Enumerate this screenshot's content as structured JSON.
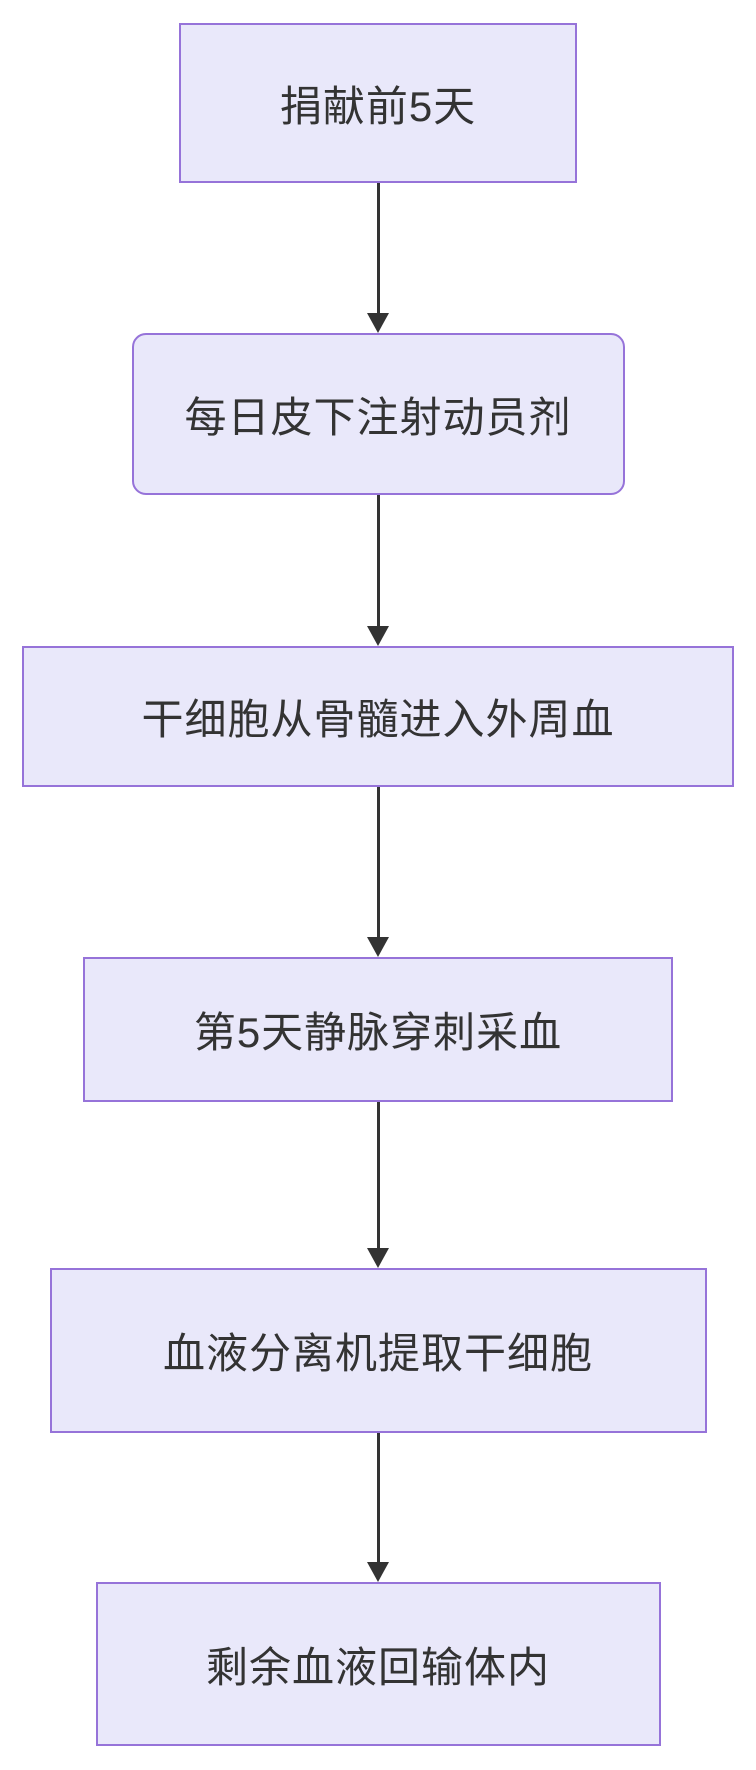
{
  "diagram": {
    "type": "flowchart",
    "direction": "top-down",
    "steps": [
      {
        "id": 1,
        "label": "捐献前5天",
        "shape": "rectangle"
      },
      {
        "id": 2,
        "label": "每日皮下注射动员剂",
        "shape": "rounded-rectangle"
      },
      {
        "id": 3,
        "label": "干细胞从骨髓进入外周血",
        "shape": "rectangle"
      },
      {
        "id": 4,
        "label": "第5天静脉穿刺采血",
        "shape": "rectangle"
      },
      {
        "id": 5,
        "label": "血液分离机提取干细胞",
        "shape": "rectangle"
      },
      {
        "id": 6,
        "label": "剩余血液回输体内",
        "shape": "rectangle"
      }
    ],
    "edges": [
      {
        "from": 1,
        "to": 2,
        "arrow": "down"
      },
      {
        "from": 2,
        "to": 3,
        "arrow": "down"
      },
      {
        "from": 3,
        "to": 4,
        "arrow": "down"
      },
      {
        "from": 4,
        "to": 5,
        "arrow": "down"
      },
      {
        "from": 5,
        "to": 6,
        "arrow": "down"
      }
    ],
    "colors": {
      "background": "#FFFFFF",
      "node_fill": "#E9E8FA",
      "node_border": "#9673D9",
      "arrow": "#333333",
      "text": "#333333"
    }
  }
}
